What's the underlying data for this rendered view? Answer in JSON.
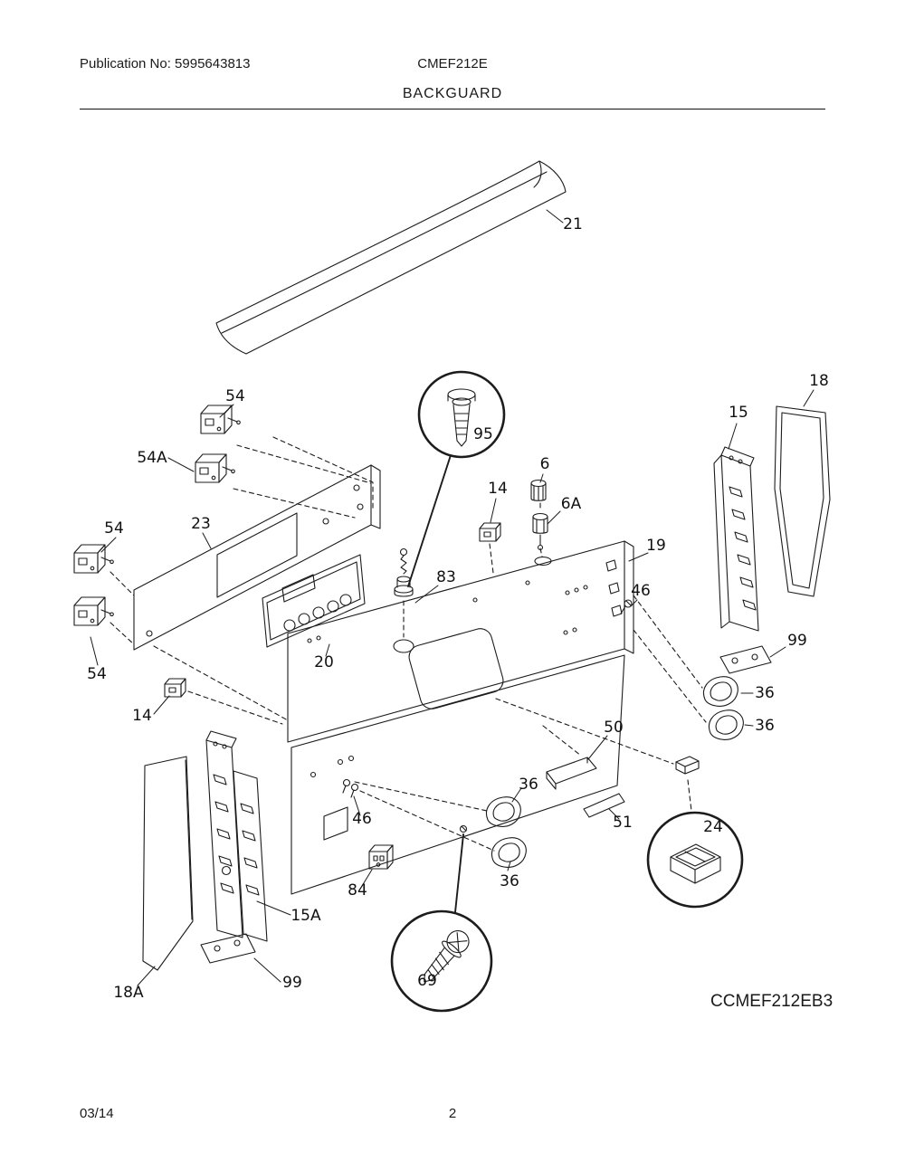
{
  "header": {
    "publication": "Publication No: 5995643813",
    "model": "CMEF212E",
    "title": "BACKGUARD"
  },
  "diagram": {
    "code": "CCMEF212EB3",
    "callouts": [
      {
        "label": "21"
      },
      {
        "label": "54"
      },
      {
        "label": "54A"
      },
      {
        "label": "95"
      },
      {
        "label": "6"
      },
      {
        "label": "14"
      },
      {
        "label": "6A"
      },
      {
        "label": "15"
      },
      {
        "label": "18"
      },
      {
        "label": "54"
      },
      {
        "label": "23"
      },
      {
        "label": "83"
      },
      {
        "label": "19"
      },
      {
        "label": "46"
      },
      {
        "label": "99"
      },
      {
        "label": "36"
      },
      {
        "label": "36"
      },
      {
        "label": "20"
      },
      {
        "label": "54"
      },
      {
        "label": "14"
      },
      {
        "label": "50"
      },
      {
        "label": "36"
      },
      {
        "label": "51"
      },
      {
        "label": "24"
      },
      {
        "label": "46"
      },
      {
        "label": "84"
      },
      {
        "label": "36"
      },
      {
        "label": "15A"
      },
      {
        "label": "69"
      },
      {
        "label": "99"
      },
      {
        "label": "18A"
      }
    ]
  },
  "footer": {
    "date": "03/14",
    "page": "2"
  }
}
